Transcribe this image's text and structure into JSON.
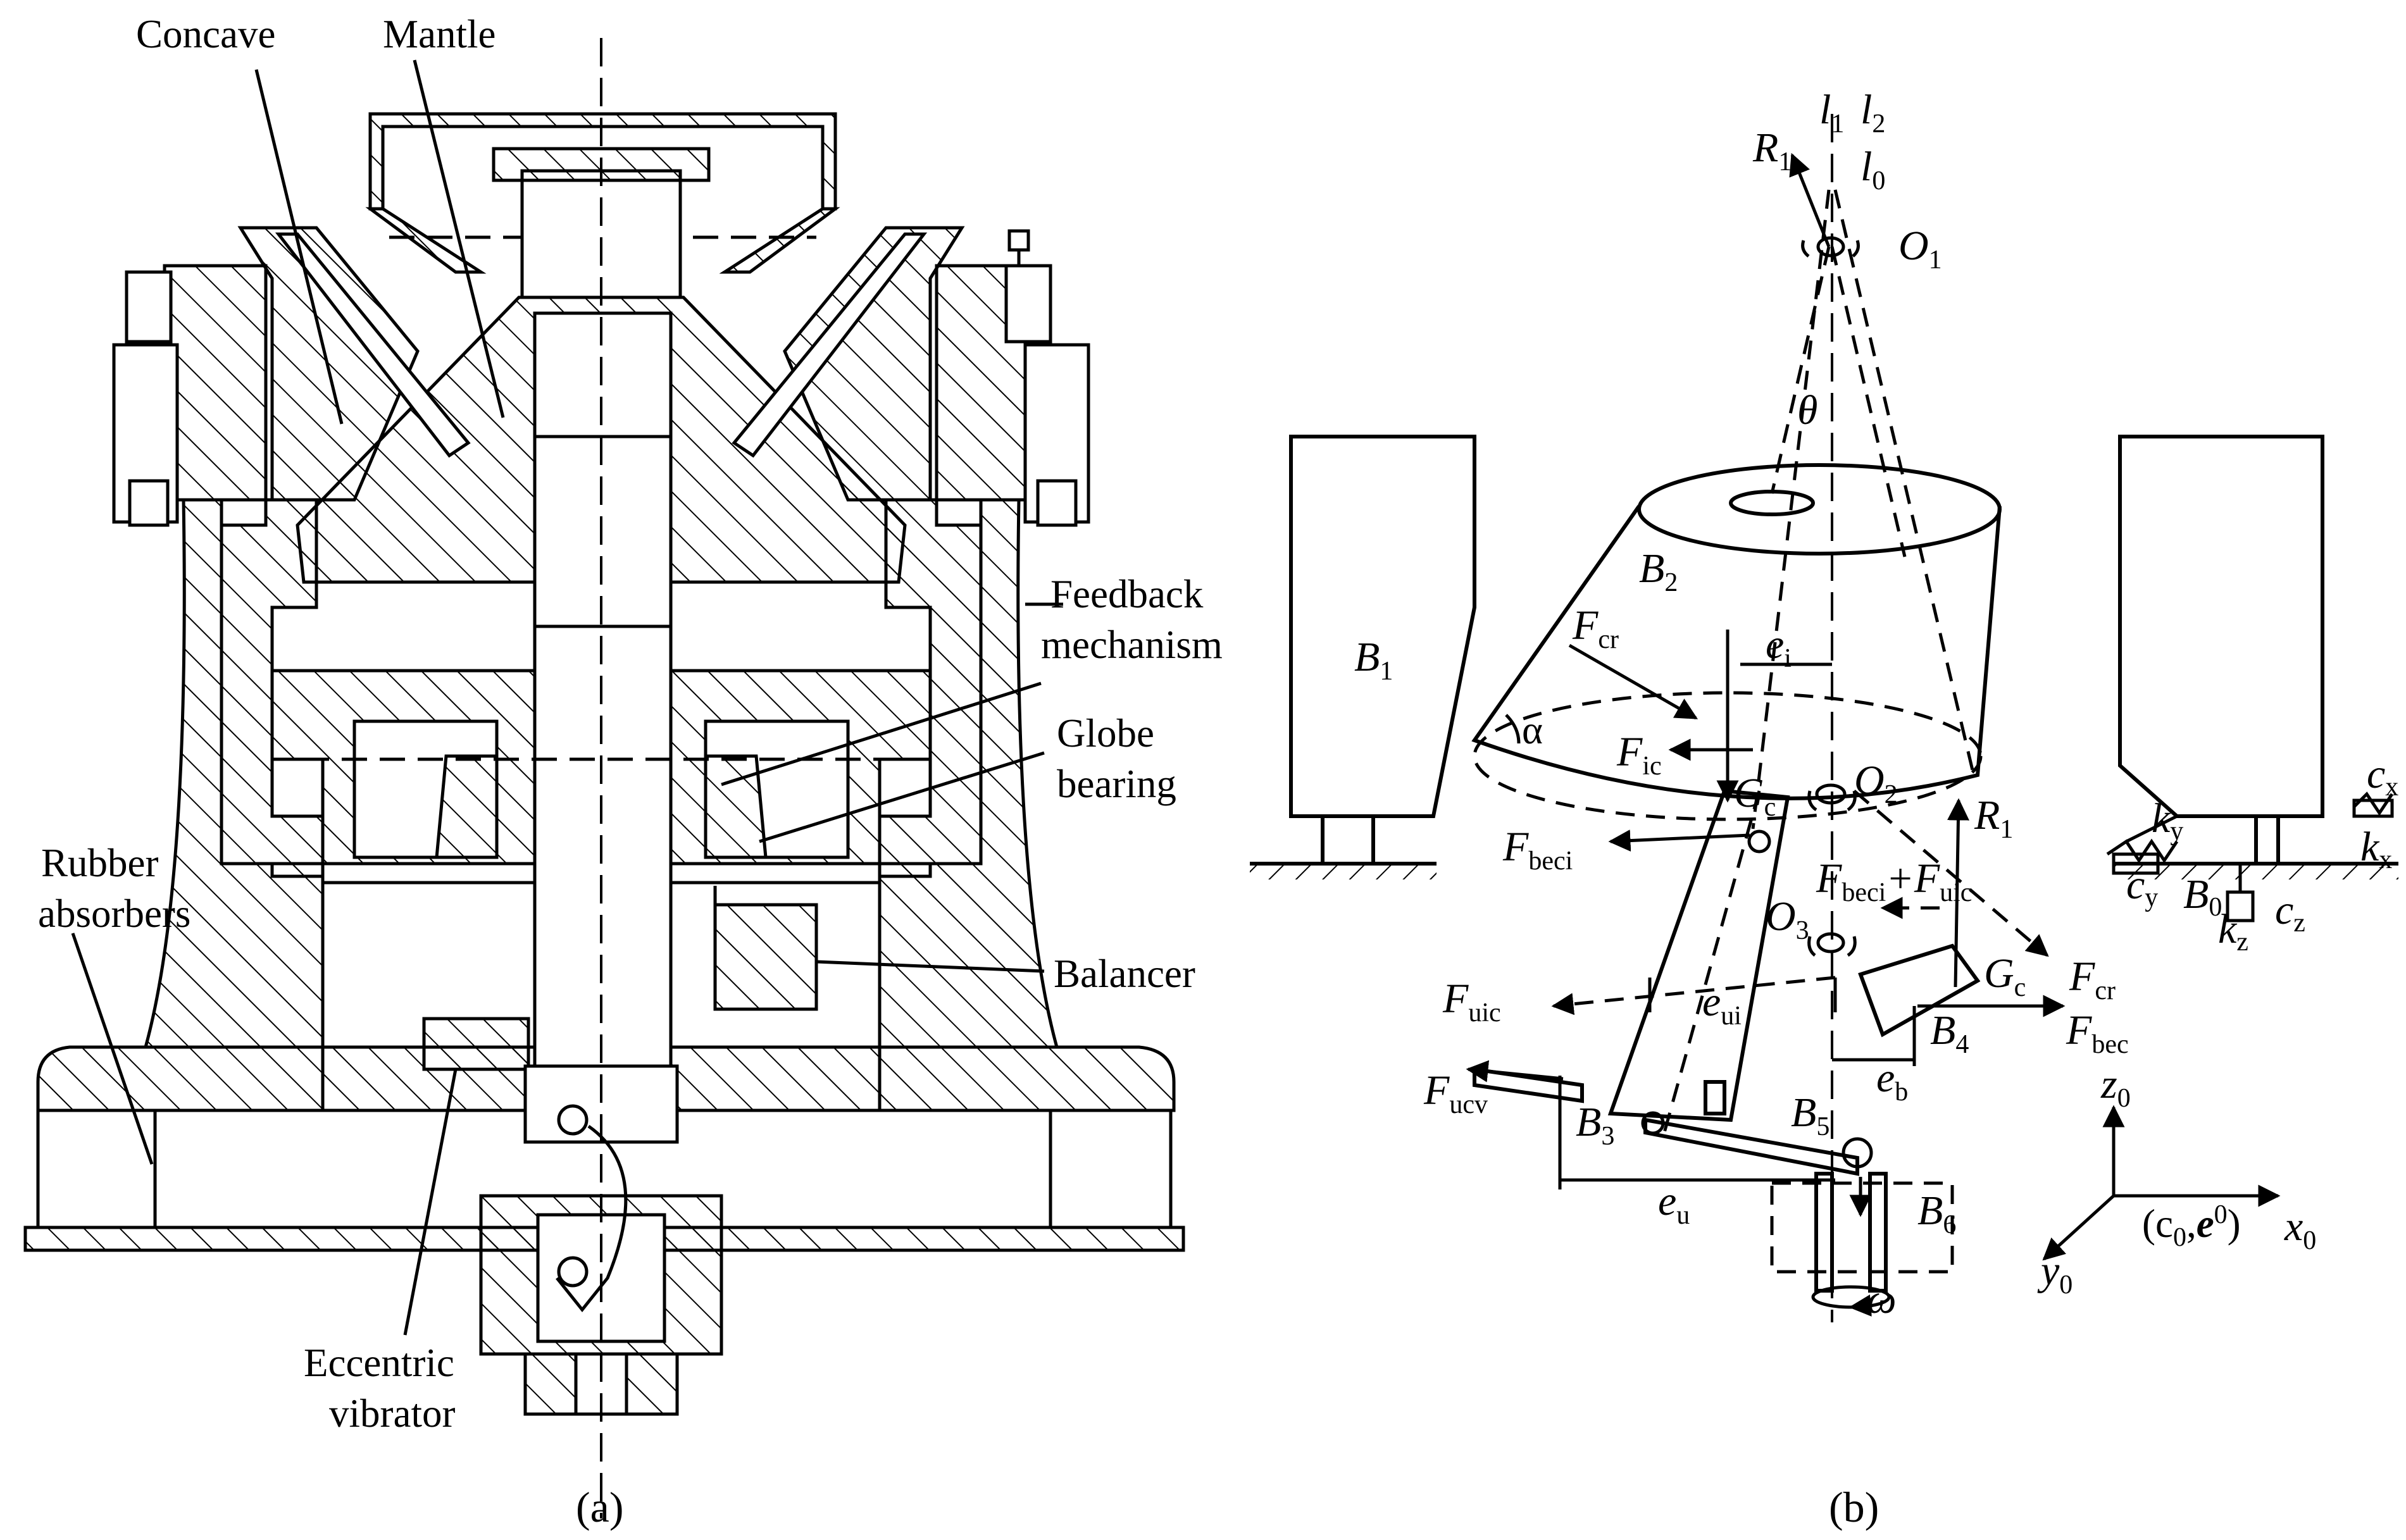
{
  "panel_a": {
    "labels": {
      "concave": "Concave",
      "mantle": "Mantle",
      "feedback_1": "Feedback",
      "feedback_2": "mechanism",
      "globe_1": "Globe",
      "globe_2": "bearing",
      "rubber_1": "Rubber",
      "rubber_2": "absorbers",
      "balancer": "Balancer",
      "eccentric_1": "Eccentric",
      "eccentric_2": "vibrator"
    },
    "caption": "(a)"
  },
  "panel_b": {
    "bodies": {
      "b1": "B",
      "b1_sub": "1",
      "b2": "B",
      "b2_sub": "2",
      "b3": "B",
      "b3_sub": "3",
      "b4": "B",
      "b4_sub": "4",
      "b5": "B",
      "b5_sub": "5",
      "b6": "B",
      "b6_sub": "6",
      "b0": "B",
      "b0_sub": "0"
    },
    "axes": {
      "l1": "l",
      "l1_sub": "1",
      "l2": "l",
      "l2_sub": "2",
      "l0": "l",
      "l0_sub": "0"
    },
    "points": {
      "o1": "O",
      "o1_sub": "1",
      "o2": "O",
      "o2_sub": "2",
      "o3": "O",
      "o3_sub": "3",
      "gc1": "G",
      "gc1_sub": "c",
      "gc2": "G",
      "gc2_sub": "c"
    },
    "forces": {
      "r1_top": "R",
      "r1_top_sub": "1",
      "r1_right": "R",
      "r1_right_sub": "1",
      "fcr_left": "F",
      "fcr_left_sub": "cr",
      "fcr_right": "F",
      "fcr_right_sub": "cr",
      "fic": "F",
      "fic_sub": "ic",
      "fbeci": "F",
      "fbeci_sub": "beci",
      "fbeci_fuic_1": "F",
      "fbeci_fuic_1_sub": "beci",
      "fbeci_fuic_plus": "+F",
      "fbeci_fuic_2_sub": "uic",
      "fuic": "F",
      "fuic_sub": "uic",
      "fbec": "F",
      "fbec_sub": "bec",
      "fucv": "F",
      "fucv_sub": "ucv"
    },
    "dims": {
      "ei": "e",
      "ei_sub": "i",
      "eui": "e",
      "eui_sub": "ui",
      "eb": "e",
      "eb_sub": "b",
      "eu": "e",
      "eu_sub": "u"
    },
    "angles": {
      "theta": "θ",
      "alpha": "α",
      "omega": "ω"
    },
    "springs": {
      "kx": "k",
      "kx_sub": "x",
      "ky": "k",
      "ky_sub": "y",
      "kz": "k",
      "kz_sub": "z",
      "cx": "c",
      "cx_sub": "x",
      "cy": "c",
      "cy_sub": "y",
      "cz": "c",
      "cz_sub": "z"
    },
    "frame": {
      "z0": "z",
      "z0_sub": "0",
      "x0": "x",
      "x0_sub": "0",
      "y0": "y",
      "y0_sub": "0",
      "origin_open": "(c",
      "origin_sub": "0",
      "origin_mid": ",",
      "origin_e": "e",
      "origin_sup": "0",
      "origin_close": ")"
    },
    "caption": "(b)"
  }
}
